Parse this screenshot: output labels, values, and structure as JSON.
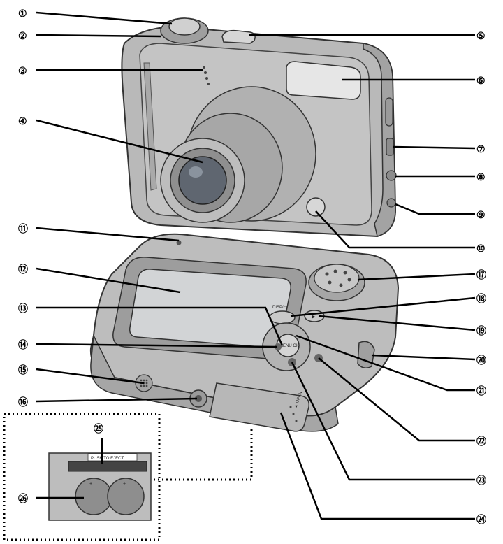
{
  "callouts": [
    {
      "id": 1,
      "label": "①"
    },
    {
      "id": 2,
      "label": "②"
    },
    {
      "id": 3,
      "label": "③"
    },
    {
      "id": 4,
      "label": "④"
    },
    {
      "id": 5,
      "label": "⑤"
    },
    {
      "id": 6,
      "label": "⑥"
    },
    {
      "id": 7,
      "label": "⑦"
    },
    {
      "id": 8,
      "label": "⑧"
    },
    {
      "id": 9,
      "label": "⑨"
    },
    {
      "id": 10,
      "label": "⑩"
    },
    {
      "id": 11,
      "label": "⑪"
    },
    {
      "id": 12,
      "label": "⑫"
    },
    {
      "id": 13,
      "label": "⑬"
    },
    {
      "id": 14,
      "label": "⑭"
    },
    {
      "id": 15,
      "label": "⑮"
    },
    {
      "id": 16,
      "label": "⑯"
    },
    {
      "id": 17,
      "label": "⑰"
    },
    {
      "id": 18,
      "label": "⑱"
    },
    {
      "id": 19,
      "label": "⑲"
    },
    {
      "id": 20,
      "label": "⑳"
    },
    {
      "id": 21,
      "label": "㉑"
    },
    {
      "id": 22,
      "label": "㉒"
    },
    {
      "id": 23,
      "label": "㉓"
    },
    {
      "id": 24,
      "label": "㉔"
    },
    {
      "id": 25,
      "label": "㉕"
    },
    {
      "id": 26,
      "label": "㉖"
    }
  ],
  "camera_text": {
    "disp_button": "DISP/◁",
    "menu_ok": "MENU OK",
    "open_arrow": "▲ OPEN",
    "push_to_eject": "PUSH TO EJECT",
    "battery_plus_1": "+",
    "battery_plus_2": "+"
  }
}
